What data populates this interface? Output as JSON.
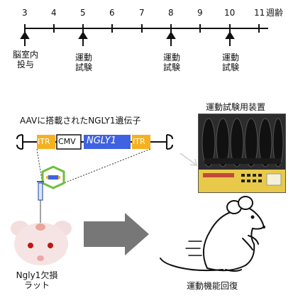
{
  "timeline": {
    "weeks": [
      "3",
      "4",
      "5",
      "6",
      "7",
      "8",
      "9",
      "10",
      "11"
    ],
    "unit_label": "週齢",
    "events": [
      {
        "week": "3",
        "line1": "脳室内",
        "line2": "投与"
      },
      {
        "week": "5",
        "line1": "運動",
        "line2": "試験"
      },
      {
        "week": "8",
        "line1": "運動",
        "line2": "試験"
      },
      {
        "week": "10",
        "line1": "運動",
        "line2": "試験"
      }
    ]
  },
  "vector": {
    "title": "AAVに搭載されたNGLY1遺伝子",
    "segments": [
      "ITR",
      "CMV",
      "NGLY1",
      "ITR"
    ]
  },
  "apparatus": {
    "title": "運動試験用装置"
  },
  "rat_model": {
    "line1": "Ngly1欠損",
    "line2": "ラット"
  },
  "outcome": {
    "label": "運動機能回復"
  },
  "colors": {
    "itr": "#f5b120",
    "ngly1": "#3f62e0",
    "arrow": "#777777",
    "hexagon": "#6fbf3a"
  }
}
